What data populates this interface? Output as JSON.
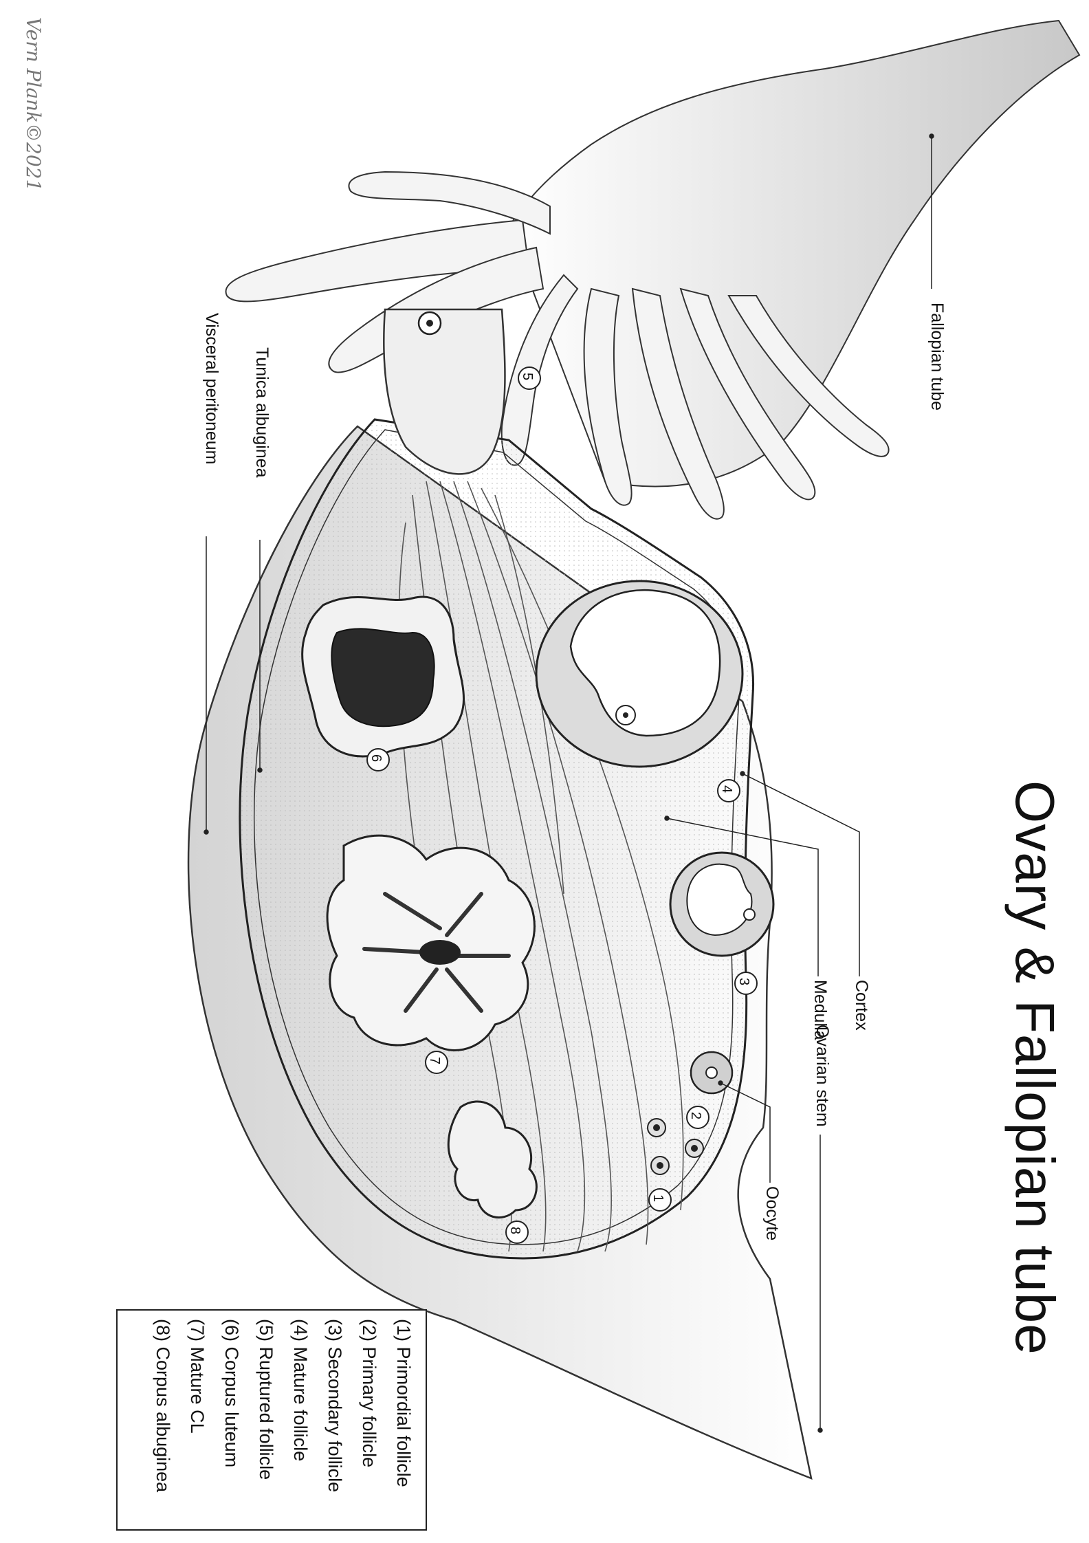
{
  "title": "Ovary & Fallopian tube",
  "signature": "Vern Plank©2021",
  "labels": {
    "fallopian_tube": "Fallopian tube",
    "tunica_albuginea": "Tunica albuginea",
    "visceral_peritoneum": "Visceral peritoneum",
    "cortex": "Cortex",
    "medulla": "Medulla",
    "ovarian_stem": "Ovarian stem",
    "oocyte": "Oocyte"
  },
  "legend": [
    {
      "num": "1",
      "text": "Primordial follicle"
    },
    {
      "num": "2",
      "text": "Primary follicle"
    },
    {
      "num": "3",
      "text": "Secondary follicle"
    },
    {
      "num": "4",
      "text": "Mature follicle"
    },
    {
      "num": "5",
      "text": "Ruptured follicle"
    },
    {
      "num": "6",
      "text": "Corpus luteum"
    },
    {
      "num": "7",
      "text": "Mature CL"
    },
    {
      "num": "8",
      "text": "Corpus albuginea"
    }
  ],
  "markers": [
    "1",
    "2",
    "3",
    "4",
    "5",
    "6",
    "7",
    "8"
  ]
}
